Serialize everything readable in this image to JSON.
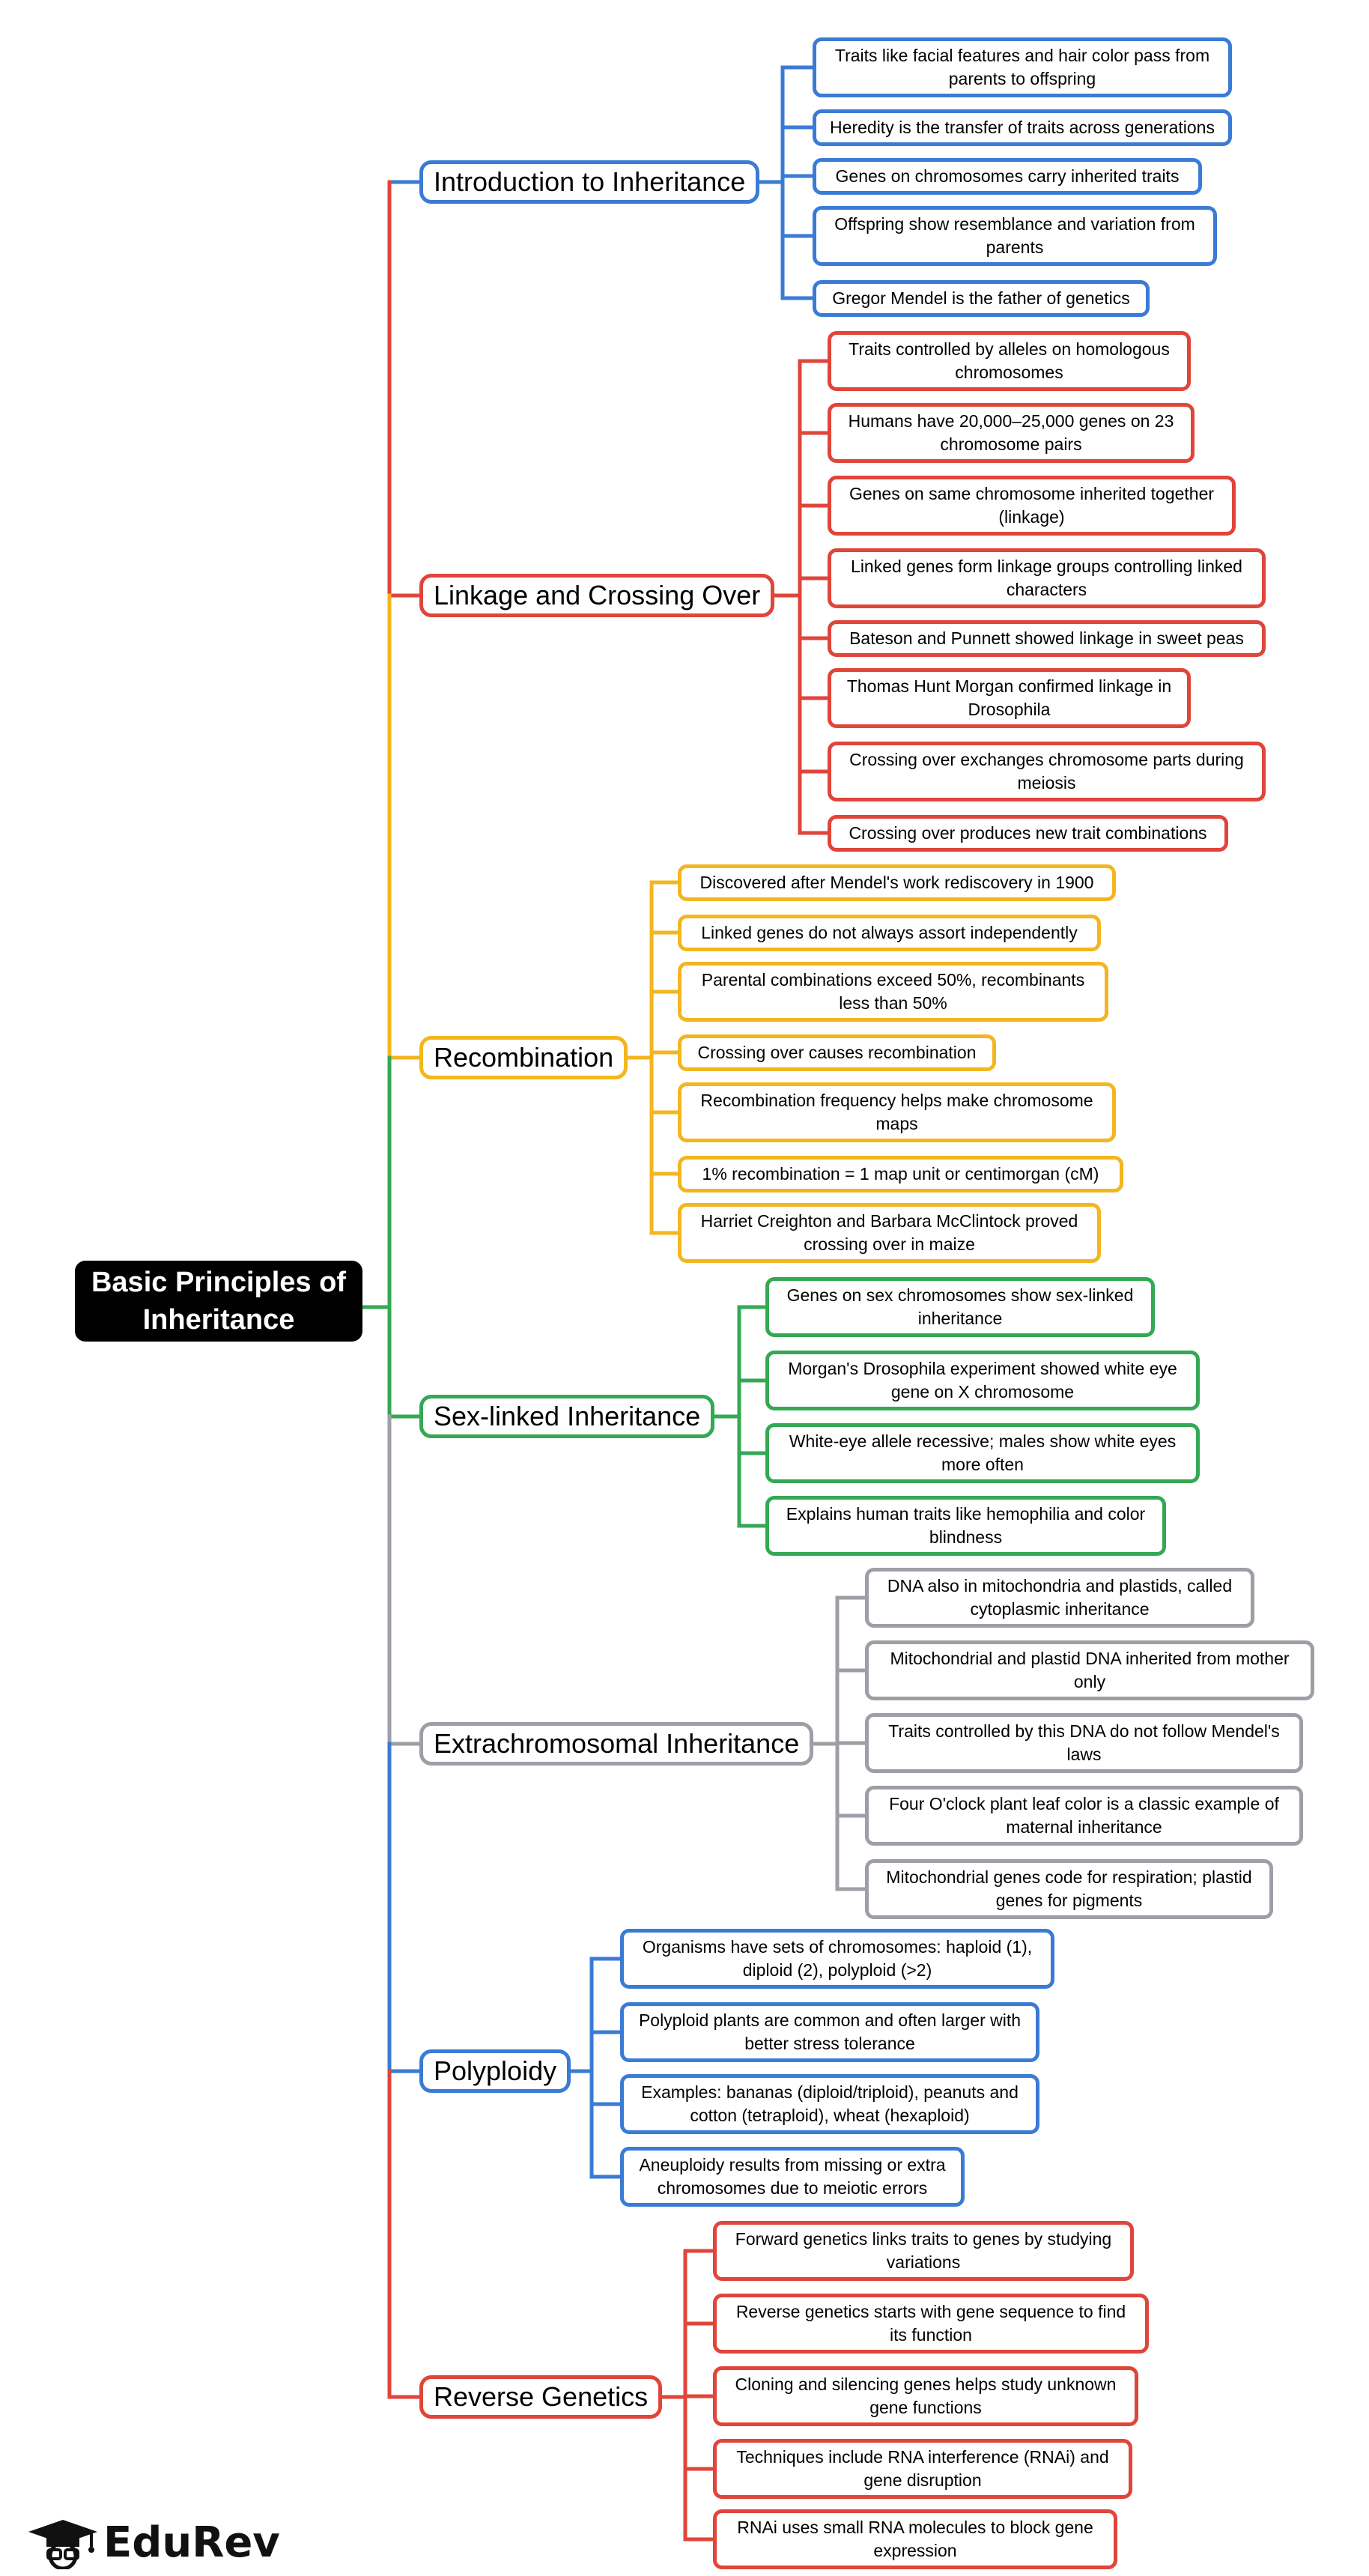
{
  "root": "Basic Principles of Inheritance",
  "logo_text": "EduRev",
  "colors": {
    "blue": "#3a7bd5",
    "red": "#e0453a",
    "yellow": "#f3b61f",
    "green": "#34a853",
    "gray": "#9e9ea6"
  },
  "branches": [
    {
      "label": "Introduction to Inheritance",
      "color": "blue",
      "leaves": [
        "Traits like facial features and hair color pass from parents to offspring",
        "Heredity is the transfer of traits across generations",
        "Genes on chromosomes carry inherited traits",
        "Offspring show resemblance and variation from parents",
        "Gregor Mendel is the father of genetics"
      ]
    },
    {
      "label": "Linkage and Crossing Over",
      "color": "red",
      "leaves": [
        "Traits controlled by alleles on homologous chromosomes",
        "Humans have 20,000–25,000 genes on 23 chromosome pairs",
        "Genes on same chromosome inherited together (linkage)",
        "Linked genes form linkage groups controlling linked characters",
        "Bateson and Punnett showed linkage in sweet peas",
        "Thomas Hunt Morgan confirmed linkage in Drosophila",
        "Crossing over exchanges chromosome parts during meiosis",
        "Crossing over produces new trait combinations"
      ]
    },
    {
      "label": "Recombination",
      "color": "yellow",
      "leaves": [
        "Discovered after Mendel's work rediscovery in 1900",
        "Linked genes do not always assort independently",
        "Parental combinations exceed 50%, recombinants less than 50%",
        "Crossing over causes recombination",
        "Recombination frequency helps make chromosome maps",
        "1% recombination = 1 map unit or centimorgan (cM)",
        "Harriet Creighton and Barbara McClintock proved crossing over in maize"
      ]
    },
    {
      "label": "Sex-linked Inheritance",
      "color": "green",
      "leaves": [
        "Genes on sex chromosomes show sex-linked inheritance",
        "Morgan's Drosophila experiment showed white eye gene on X chromosome",
        "White-eye allele recessive; males show white eyes more often",
        "Explains human traits like hemophilia and color blindness"
      ]
    },
    {
      "label": "Extrachromosomal Inheritance",
      "color": "gray",
      "leaves": [
        "DNA also in mitochondria and plastids, called cytoplasmic inheritance",
        "Mitochondrial and plastid DNA inherited from mother only",
        "Traits controlled by this DNA do not follow Mendel's laws",
        "Four O'clock plant leaf color is a classic example of maternal inheritance",
        "Mitochondrial genes code for respiration; plastid genes for pigments"
      ]
    },
    {
      "label": "Polyploidy",
      "color": "blue",
      "leaves": [
        "Organisms have sets of chromosomes: haploid (1), diploid (2), polyploid (>2)",
        "Polyploid plants are common and often larger with better stress tolerance",
        "Examples: bananas (diploid/triploid), peanuts and cotton (tetraploid), wheat (hexaploid)",
        "Aneuploidy results from missing or extra chromosomes due to meiotic errors"
      ]
    },
    {
      "label": "Reverse Genetics",
      "color": "red",
      "leaves": [
        "Forward genetics links traits to genes by studying variations",
        "Reverse genetics starts with gene sequence to find its function",
        "Cloning and silencing genes helps study unknown gene functions",
        "Techniques include RNA interference (RNAi) and gene disruption",
        "RNAi uses small RNA molecules to block gene expression"
      ]
    }
  ]
}
